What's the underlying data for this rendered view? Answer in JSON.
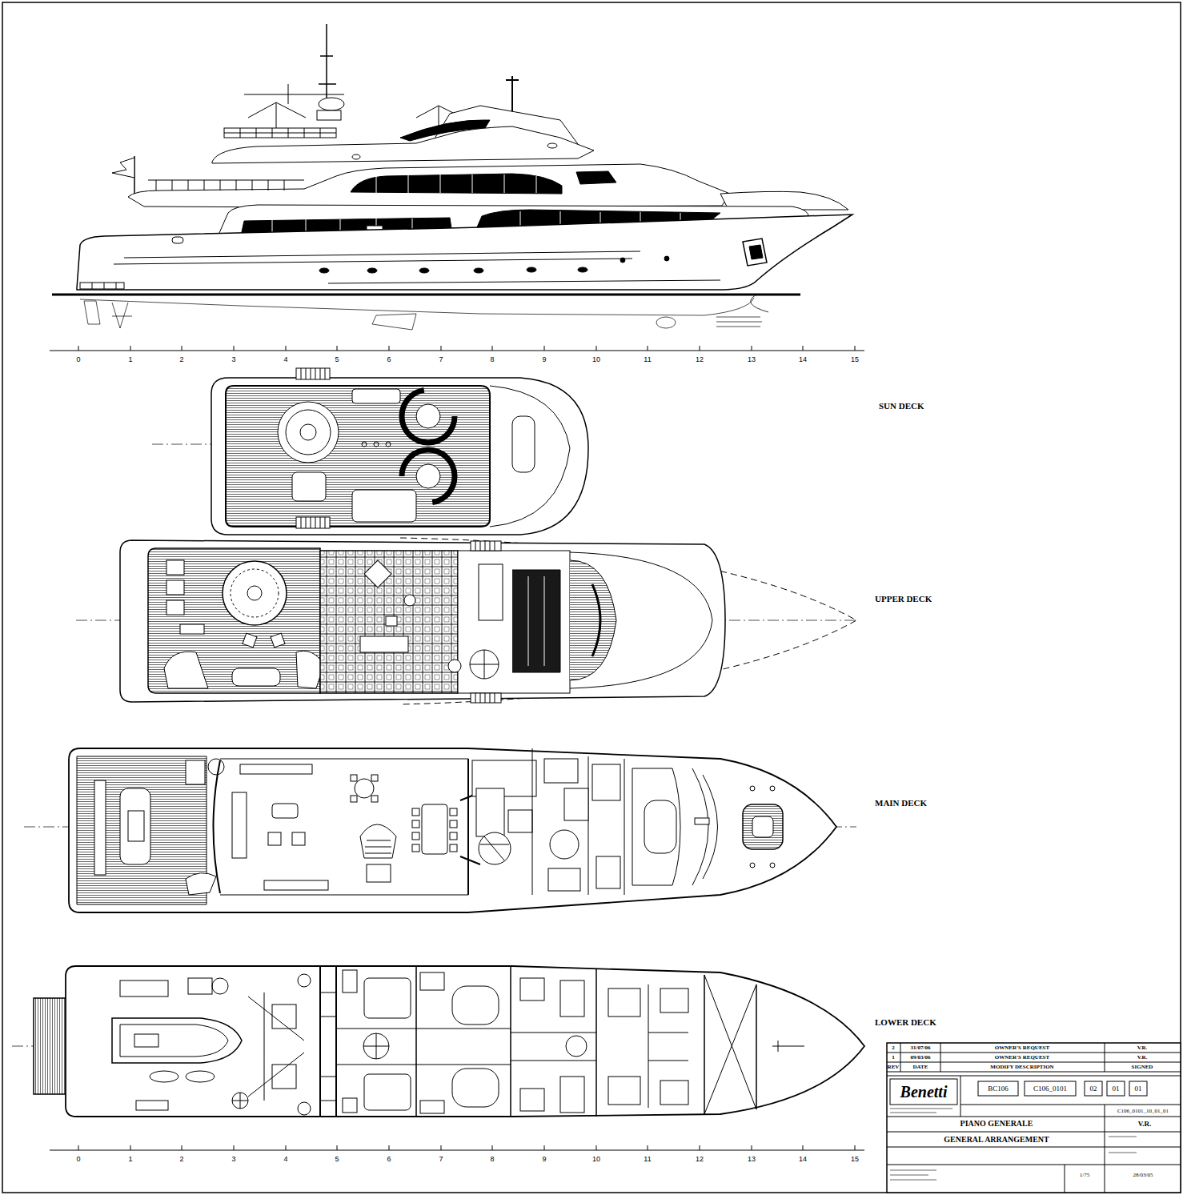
{
  "diagram": {
    "labels": [
      "SUN DECK",
      "UPPER DECK",
      "MAIN DECK",
      "LOWER DECK",
      "0",
      "1",
      "2",
      "3",
      "4",
      "5",
      "6",
      "7",
      "8",
      "9",
      "10",
      "11",
      "12",
      "13",
      "14",
      "15",
      "0",
      "1",
      "2",
      "3",
      "4",
      "5",
      "6",
      "7",
      "8",
      "9",
      "10",
      "11",
      "12",
      "13",
      "14",
      "15",
      "2",
      "31/07/06",
      "OWNER'S REQUEST",
      "V.R.",
      "1",
      "09/03/06",
      "OWNER'S REQUEST",
      "V.R.",
      "REV",
      "DATE",
      "MODIFY DESCRIPTION",
      "SIGNED",
      "Benetti",
      "BC106",
      "C106_0101",
      "02",
      "01",
      "01",
      "C106_0101_10_01_01",
      "V.R.",
      "PIANO GENERALE",
      "GENERAL ARRANGEMENT",
      "1/75",
      "28/03/05"
    ]
  }
}
